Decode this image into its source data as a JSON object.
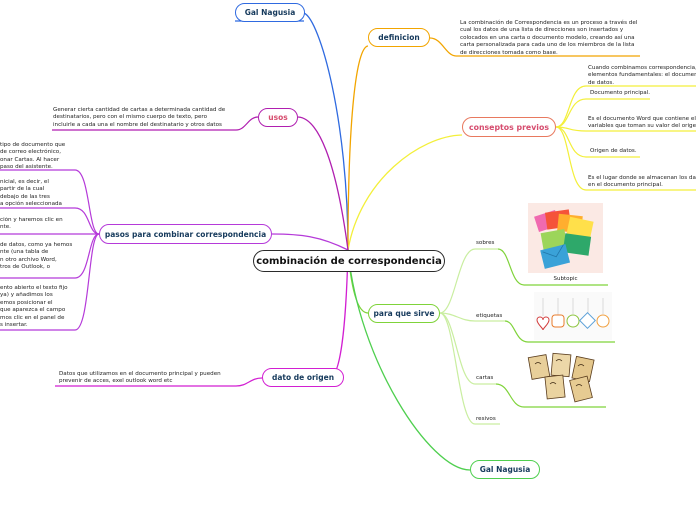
{
  "central": {
    "label": "combinación de correspondencia"
  },
  "colors": {
    "definicion": "#f2a500",
    "conseptos": "#e8795f",
    "conseptos_text": "#d64c6e",
    "previos_note": "#f3ef3a",
    "para_que_sirve": "#7fd33a",
    "gal_bottom": "#4fcf4f",
    "dato_origen": "#d21fd2",
    "pasos": "#b53ad9",
    "usos": "#b01fb0",
    "gal_top": "#2f6ae0",
    "node_text": "#163a5c"
  },
  "branches": {
    "gal_top": {
      "label": "Gal Nagusia"
    },
    "definicion": {
      "label": "definicion",
      "note": [
        "La combinación de Correspondencia es un proceso a través del",
        "cual los datos de una lista de direcciones son insertados y",
        "colocados en una carta o documento modelo, creando así una",
        "carta personalizada para cada uno de los miembros de la lista",
        "de direcciones tomada como base."
      ]
    },
    "usos": {
      "label": "usos",
      "note": [
        "Generar cierta cantidad de cartas a determinada cantidad de",
        "destinatarios, pero con el mismo cuerpo de texto, pero",
        "incluirle a cada una el nombre del destinatario y otros datos"
      ]
    },
    "conseptos": {
      "label": "conseptos previos",
      "notes": [
        [
          "Cuando combinamos correspondencia,",
          "elementos fundamentales: el document",
          "de datos."
        ],
        [
          "Documento principal."
        ],
        [
          "Es el documento Word que contiene el",
          "variables que toman su valor del origer"
        ],
        [
          "Origen de datos."
        ],
        [
          "Es el lugar donde se almacenan los dat",
          "en el documento principal."
        ]
      ]
    },
    "pasos": {
      "label": "pasos para combinar correspondencia",
      "notes": [
        [
          "tipo de documento que",
          "de correo electrónico,",
          "onar Cartas. Al hacer",
          "paso del asistente."
        ],
        [
          "nicial, es decir, el",
          "partir de la cual",
          "debajo de las tres",
          "a opción seleccionada"
        ],
        [
          "ción y haremos clic en",
          "nte."
        ],
        [
          "de datos, como ya hemos",
          "nte (una tabla de",
          "n otro archivo Word,",
          "tros de Outlook, o"
        ],
        [
          "ento abierto el texto fijo",
          "ya) y añadimos los",
          "emos posicionar el",
          "que aparezca el campo",
          "mos clic en el panel de",
          "s insertar."
        ]
      ]
    },
    "para_que_sirve": {
      "label": "para que sirve",
      "leaves": [
        "sobres",
        "etiquetas",
        "cartas",
        "resivos"
      ],
      "thumb_caption": "Subtopic"
    },
    "dato_origen": {
      "label": "dato de origen",
      "note": [
        "Datos que utilizamos en el documento principal y pueden",
        "prevenir de acces, exel outlook word etc"
      ]
    },
    "gal_bottom": {
      "label": "Gal Nagusia"
    }
  }
}
